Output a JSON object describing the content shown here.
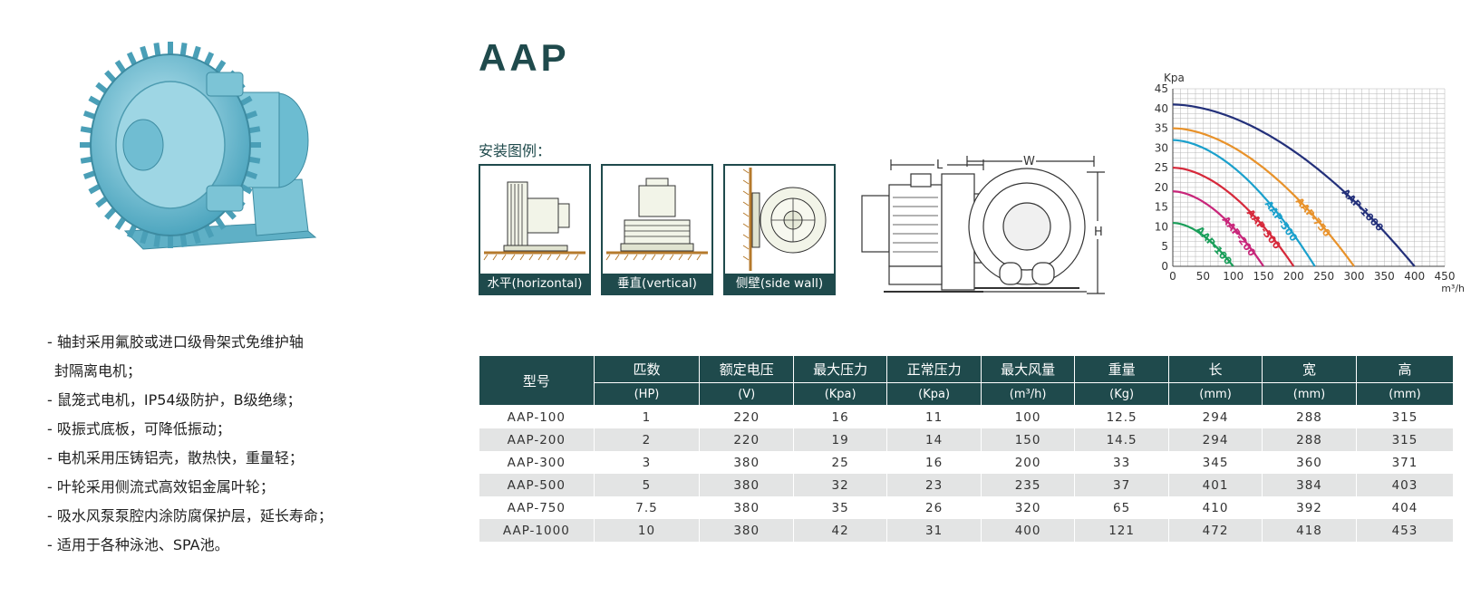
{
  "title": "AAP",
  "install_section": {
    "title": "安装图例：",
    "items": [
      {
        "caption": "水平(horizontal)"
      },
      {
        "caption": "垂直(vertical)"
      },
      {
        "caption": "侧壁(side wall)"
      }
    ]
  },
  "dimension_labels": {
    "length": "L",
    "width": "W",
    "height": "H"
  },
  "features": [
    [
      "- 轴封采用氟胶或进口级骨架式免维护轴",
      "封隔离电机；"
    ],
    [
      "- 鼠笼式电机，IP54级防护，B级绝缘；"
    ],
    [
      "- 吸振式底板，可降低振动；"
    ],
    [
      "- 电机采用压铸铝壳，散热快，重量轻；"
    ],
    [
      "- 叶轮采用侧流式高效铝金属叶轮；"
    ],
    [
      "- 吸水风泵泵腔内涂防腐保护层，延长寿命；"
    ],
    [
      "- 适用于各种泳池、SPA池。"
    ]
  ],
  "table": {
    "model_header": "型号",
    "headers": [
      "匹数",
      "额定电压",
      "最大压力",
      "正常压力",
      "最大风量",
      "重量",
      "长",
      "宽",
      "高"
    ],
    "units": [
      "(HP)",
      "(V)",
      "(Kpa)",
      "(Kpa)",
      "(m³/h)",
      "(Kg)",
      "(mm)",
      "(mm)",
      "(mm)"
    ],
    "rows": [
      [
        "AAP-100",
        "1",
        "220",
        "16",
        "11",
        "100",
        "12.5",
        "294",
        "288",
        "315"
      ],
      [
        "AAP-200",
        "2",
        "220",
        "19",
        "14",
        "150",
        "14.5",
        "294",
        "288",
        "315"
      ],
      [
        "AAP-300",
        "3",
        "380",
        "25",
        "16",
        "200",
        "33",
        "345",
        "360",
        "371"
      ],
      [
        "AAP-500",
        "5",
        "380",
        "32",
        "23",
        "235",
        "37",
        "401",
        "384",
        "403"
      ],
      [
        "AAP-750",
        "7.5",
        "380",
        "35",
        "26",
        "320",
        "65",
        "410",
        "392",
        "404"
      ],
      [
        "AAP-1000",
        "10",
        "380",
        "42",
        "31",
        "400",
        "121",
        "472",
        "418",
        "453"
      ]
    ]
  },
  "chart_data": {
    "type": "line",
    "ylabel": "Kpa",
    "xlabel": "m³/h",
    "xlim": [
      0,
      450
    ],
    "ylim": [
      0,
      45
    ],
    "xticks": [
      0,
      50,
      100,
      150,
      200,
      250,
      300,
      350,
      400,
      450
    ],
    "yticks": [
      0,
      5,
      10,
      15,
      20,
      25,
      30,
      35,
      40,
      45
    ],
    "grid": true,
    "series": [
      {
        "name": "AAP-100",
        "color": "#1a9e5a",
        "max_pressure": 11,
        "max_flow": 100
      },
      {
        "name": "AAP-200",
        "color": "#c8257a",
        "max_pressure": 19,
        "max_flow": 150
      },
      {
        "name": "AAP-300",
        "color": "#d6283a",
        "max_pressure": 25,
        "max_flow": 200
      },
      {
        "name": "AAP-500",
        "color": "#1aa0cc",
        "max_pressure": 32,
        "max_flow": 235
      },
      {
        "name": "AAP-750",
        "color": "#e8922a",
        "max_pressure": 35,
        "max_flow": 300
      },
      {
        "name": "AAP-1000",
        "color": "#23307a",
        "max_pressure": 41,
        "max_flow": 400
      }
    ]
  }
}
